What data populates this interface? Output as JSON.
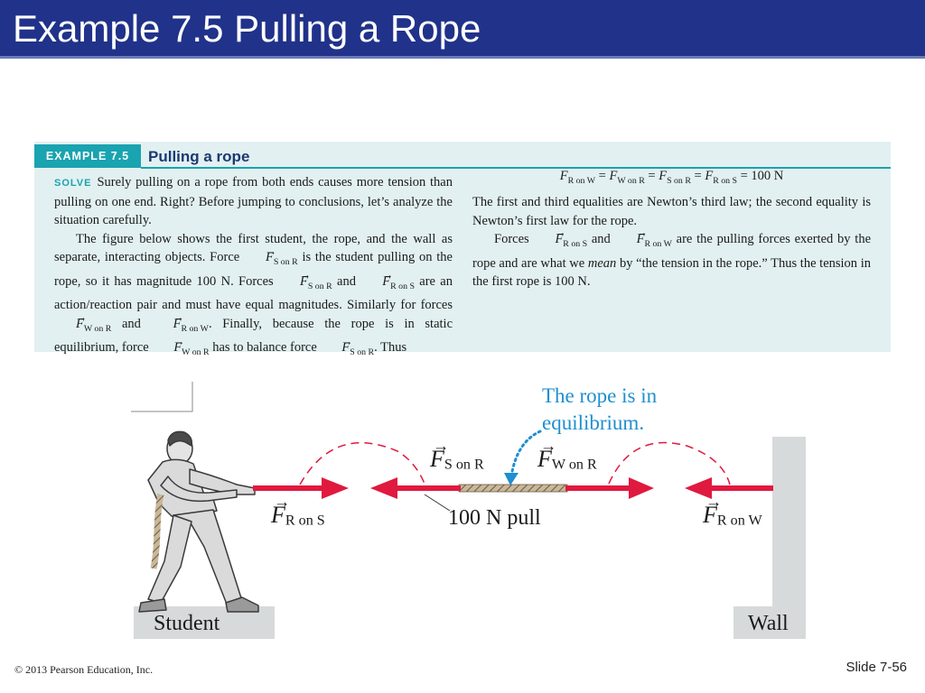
{
  "slide": {
    "title": "Example 7.5 Pulling a Rope",
    "copyright": "© 2013 Pearson Education, Inc.",
    "slide_number": "Slide 7-56"
  },
  "example": {
    "tag": "EXAMPLE 7.5",
    "heading": "Pulling a rope",
    "solve_label": "SOLVE",
    "p1": "Surely pulling on a rope from both ends causes more tension than pulling on one end. Right? Before jumping to conclusions, let’s analyze the situation carefully.",
    "p2_a": "The figure below shows the first student, the rope, and the wall as separate, interacting objects. Force",
    "p2_b": "is the student pulling on the rope, so it has magnitude 100 N. Forces",
    "p2_c": "and",
    "p2_d": "are an action/reaction pair and must have equal magnitudes. Similarly for forces",
    "p2_e": "and",
    "p2_f": ". Finally, because the rope is in static equilibrium, force",
    "p2_g": "has to balance force",
    "p2_h": ". Thus",
    "eq_value": "= 100 N",
    "r1": "The first and third equalities are Newton’s third law; the second equality is Newton’s first law for the rope.",
    "r2_a": "Forces",
    "r2_b": "and",
    "r2_c": "are the pulling forces exerted by the rope and are what we",
    "r2_em": "mean",
    "r2_d": "by “the tension in the rope.” Thus the tension in the first rope is 100 N."
  },
  "forces": {
    "F": "F",
    "RonW": "R on W",
    "WonR": "W on R",
    "SonR": "S on R",
    "RonS": "R on S"
  },
  "figure": {
    "callout_line1": "The rope is in",
    "callout_line2": "equilibrium.",
    "pull_label": "100 N pull",
    "student_label": "Student",
    "wall_label": "Wall"
  },
  "colors": {
    "title_bar": "#20328a",
    "box_bg": "#e2f0f1",
    "accent_teal": "#1aa3b0",
    "force_arrow": "#e0193f",
    "callout_blue": "#1e8fd0"
  }
}
